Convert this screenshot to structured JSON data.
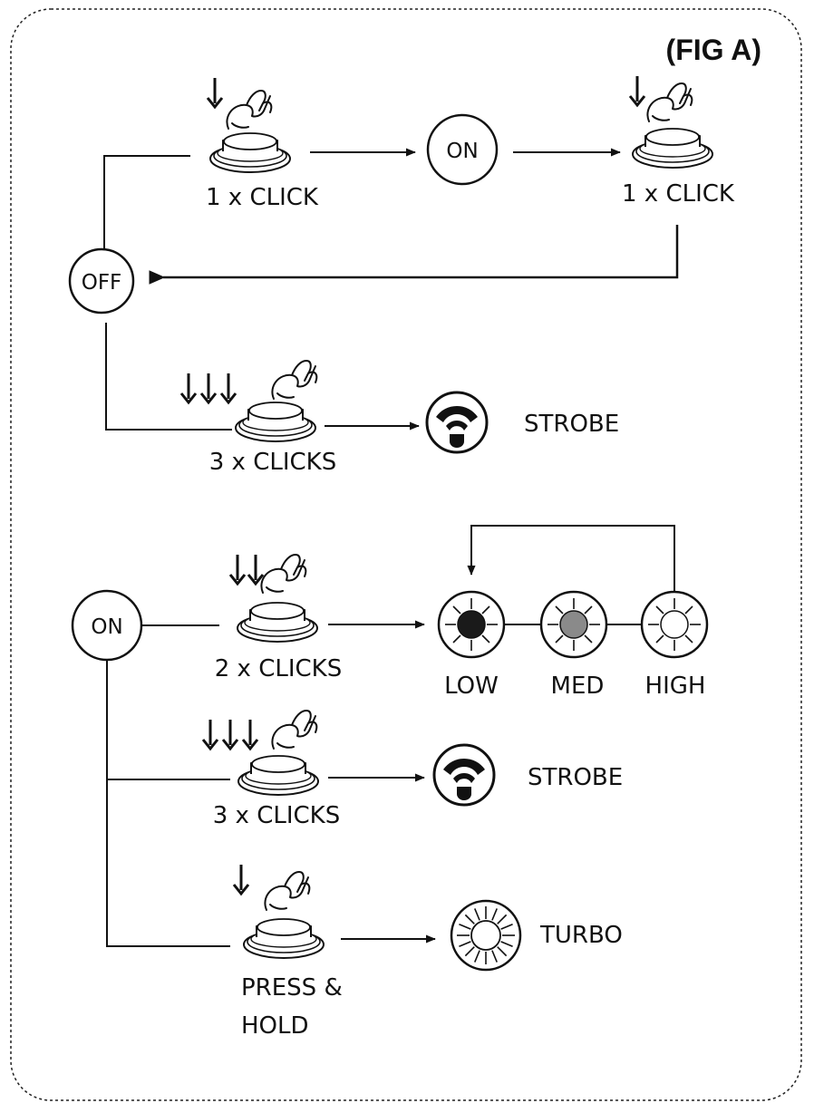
{
  "figure": {
    "title": "(FIG A)",
    "colors": {
      "ink": "#111111",
      "paper": "#ffffff",
      "low_fill": "#1a1a1a",
      "med_fill": "#8a8a8a",
      "high_fill": "#ffffff"
    },
    "off_section": {
      "off_state": "OFF",
      "on_state": "ON",
      "click_on": "1 x CLICK",
      "click_off": "1 x CLICK",
      "strobe_clicks": "3 x CLICKS",
      "strobe_label": "STROBE"
    },
    "on_section": {
      "on_state": "ON",
      "mode_clicks": "2 x CLICKS",
      "modes": [
        "LOW",
        "MED",
        "HIGH"
      ],
      "strobe_clicks": "3 x CLICKS",
      "strobe_label": "STROBE",
      "hold_line1": "PRESS &",
      "hold_line2": "HOLD",
      "turbo_label": "TURBO"
    },
    "icons": [
      "press-arrow-icon",
      "finger-icon",
      "button-icon",
      "strobe-icon",
      "brightness-icon",
      "turbo-icon"
    ]
  }
}
